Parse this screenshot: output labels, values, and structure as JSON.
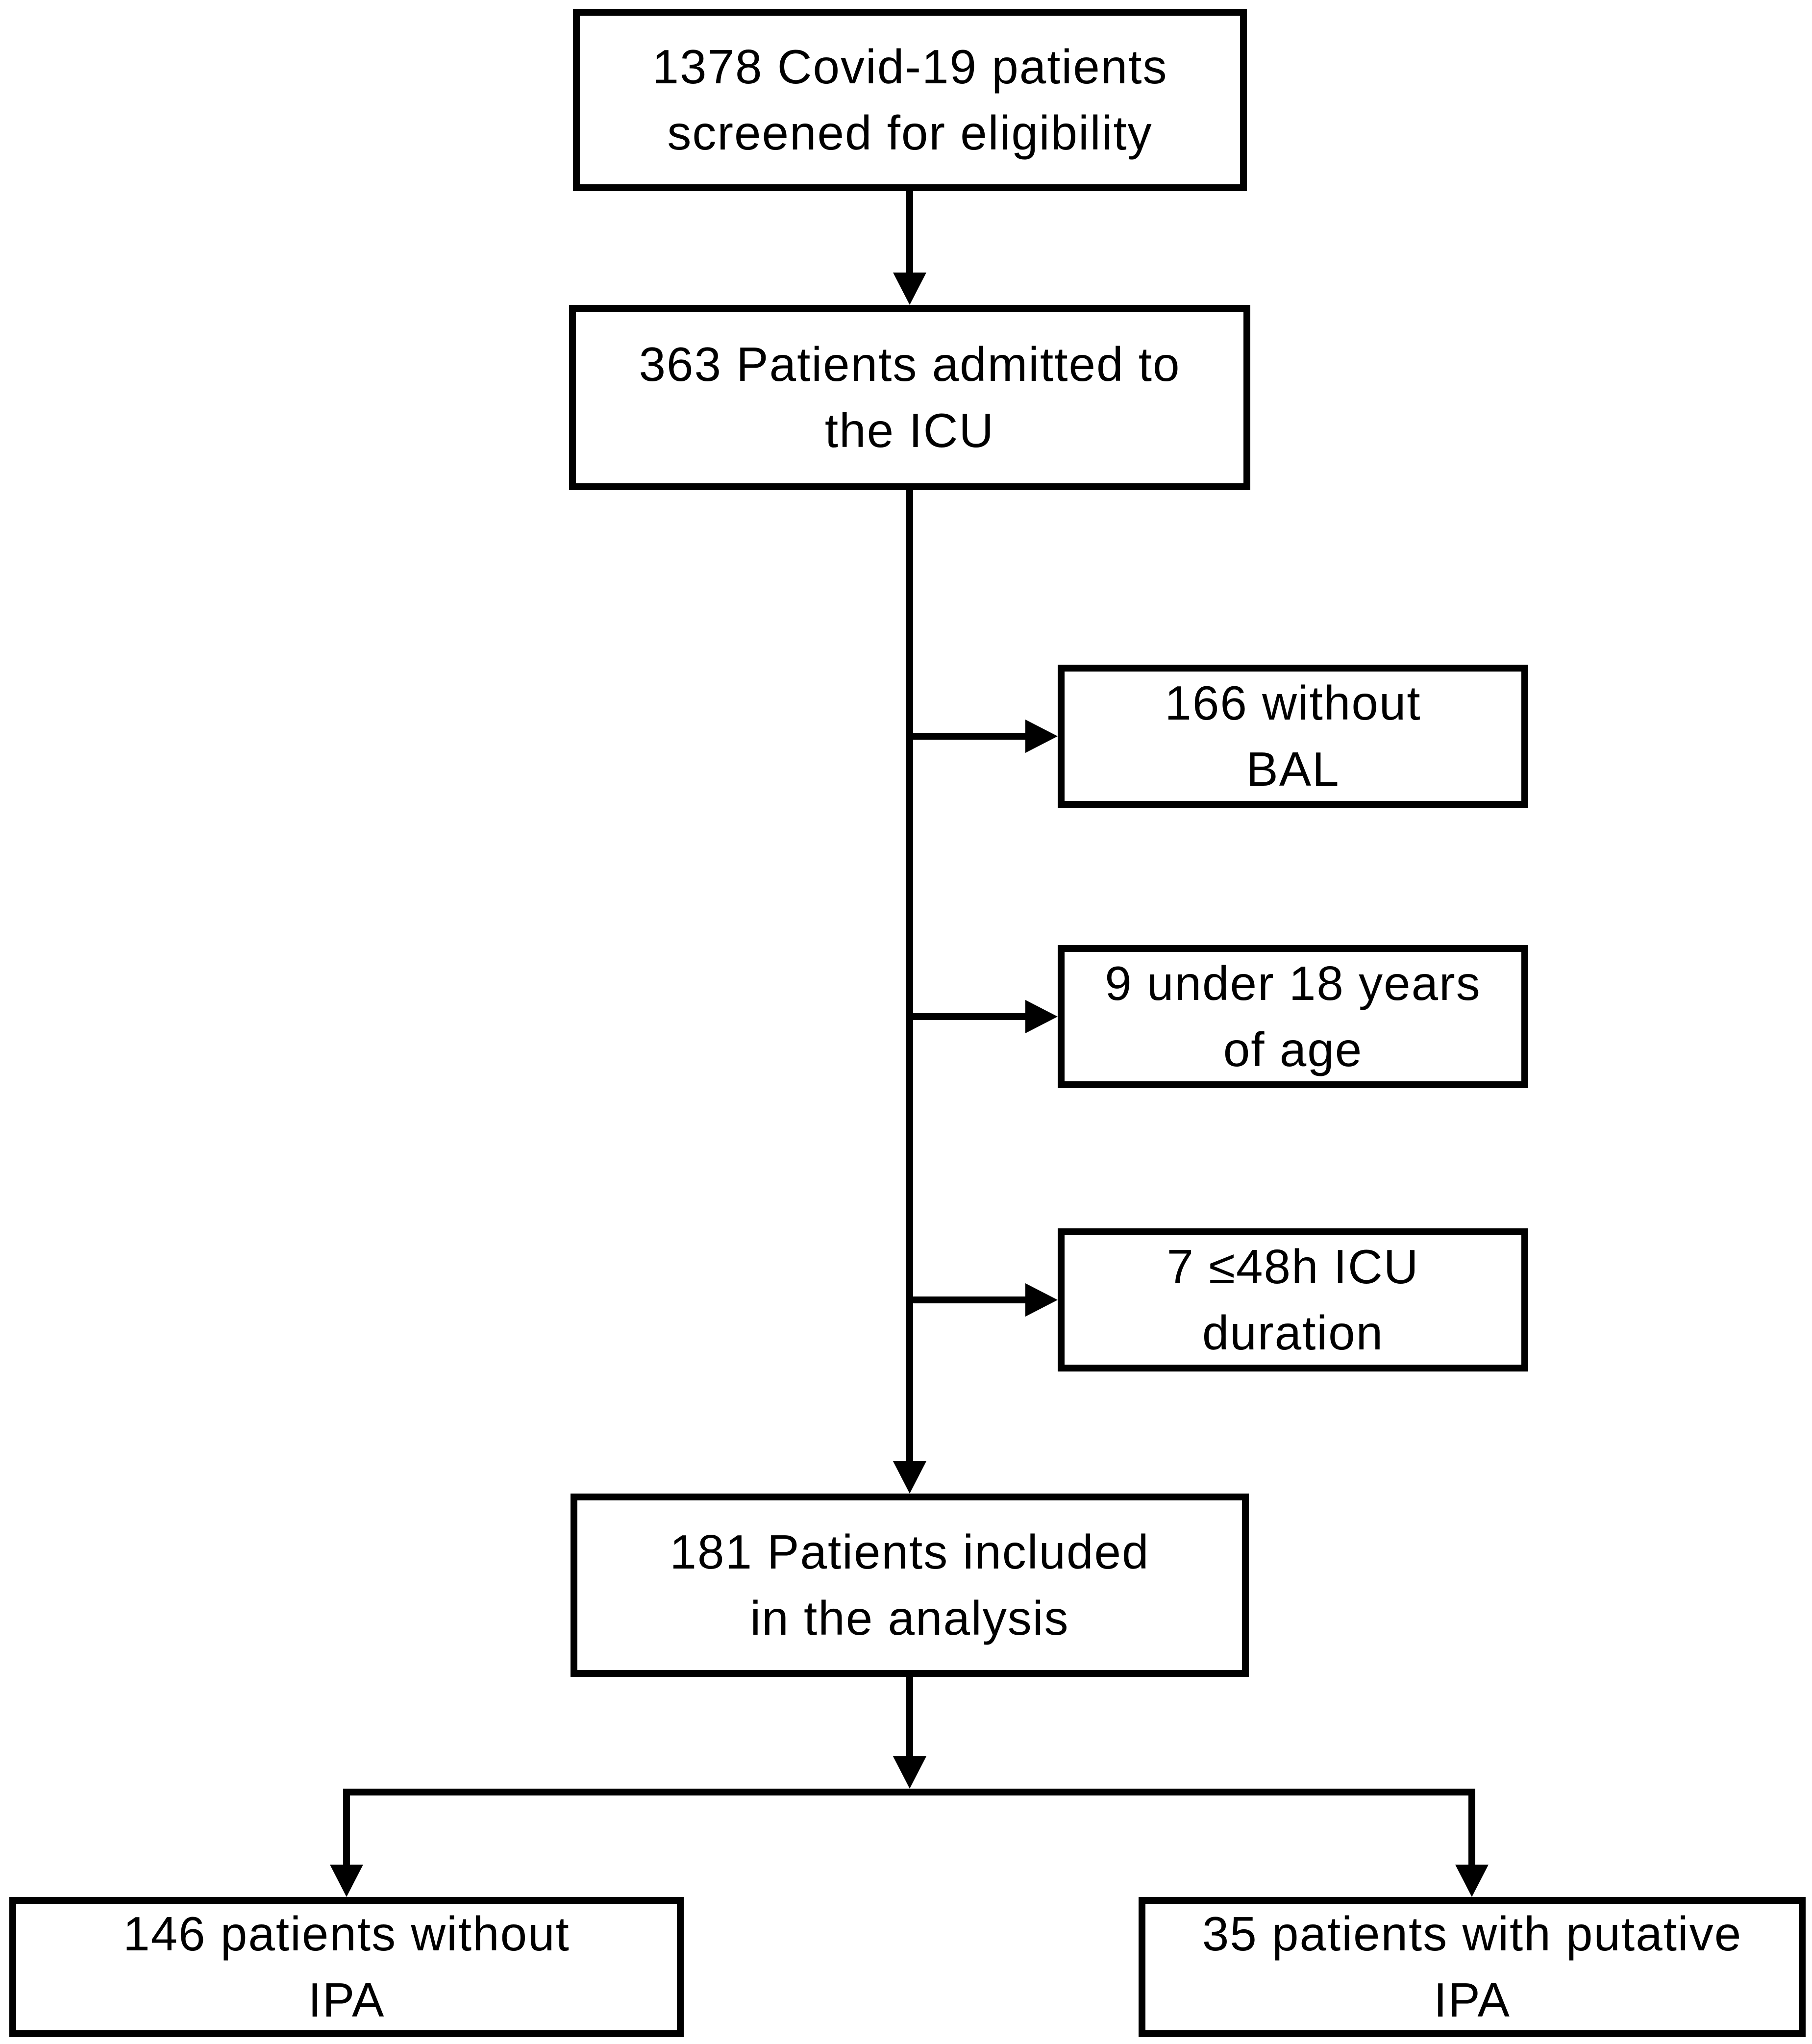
{
  "figure": {
    "type": "patient-flow-diagram",
    "colors": {
      "stroke": "#000000",
      "background": "#ffffff",
      "text": "#000000"
    },
    "boxes": {
      "screened": {
        "line1": "1378 Covid-19 patients",
        "line2": "screened for eligibility"
      },
      "admitted": {
        "line1": "363 Patients admitted to",
        "line2": "the ICU"
      },
      "without_bal": {
        "line1": "166 without",
        "line2": "BAL"
      },
      "under_18": {
        "line1": "9 under 18 years",
        "line2": "of age"
      },
      "icu_duration": {
        "line1": "7 ≤48h ICU",
        "line2": "duration"
      },
      "included": {
        "line1": "181 Patients included",
        "line2": "in the analysis"
      },
      "without_ipa": {
        "line1": "146 patients without",
        "line2": "IPA"
      },
      "putative_ipa": {
        "line1": "35 patients with putative",
        "line2": "IPA"
      }
    }
  }
}
